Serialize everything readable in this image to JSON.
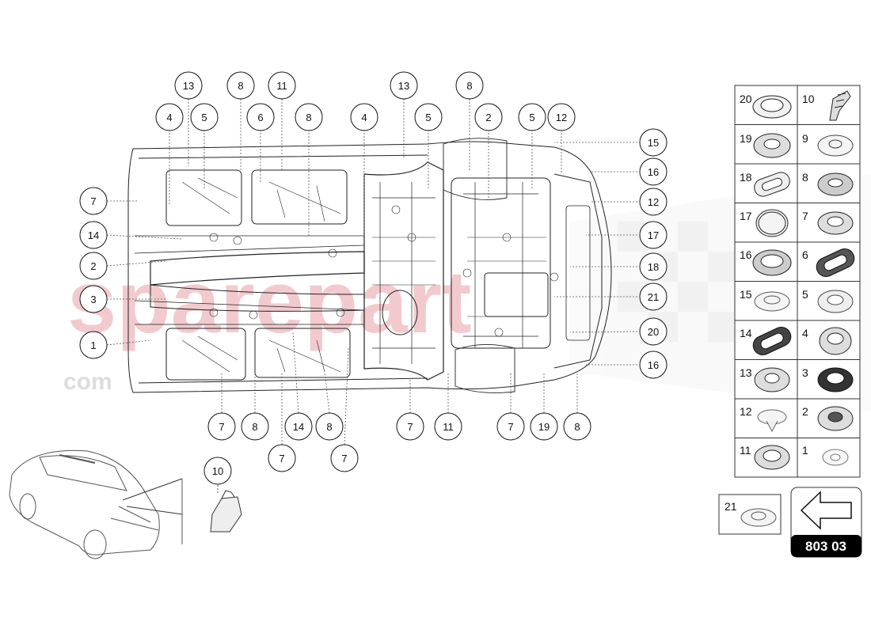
{
  "diagram": {
    "watermark": {
      "brand": "sparepart",
      "sub": "com"
    },
    "callouts_top": [
      {
        "label": "13"
      },
      {
        "label": "8"
      },
      {
        "label": "11"
      },
      {
        "label": "13"
      },
      {
        "label": "8"
      },
      {
        "label": "4"
      },
      {
        "label": "5"
      },
      {
        "label": "6"
      },
      {
        "label": "8"
      },
      {
        "label": "4"
      },
      {
        "label": "5"
      },
      {
        "label": "2"
      },
      {
        "label": "5"
      },
      {
        "label": "12"
      }
    ],
    "callouts_left": [
      {
        "label": "7"
      },
      {
        "label": "14"
      },
      {
        "label": "2"
      },
      {
        "label": "3"
      },
      {
        "label": "1"
      }
    ],
    "callouts_right": [
      {
        "label": "15"
      },
      {
        "label": "16"
      },
      {
        "label": "12"
      },
      {
        "label": "17"
      },
      {
        "label": "18"
      },
      {
        "label": "21"
      },
      {
        "label": "20"
      },
      {
        "label": "16"
      }
    ],
    "callouts_bottom": [
      {
        "label": "7"
      },
      {
        "label": "8"
      },
      {
        "label": "14"
      },
      {
        "label": "8"
      },
      {
        "label": "7"
      },
      {
        "label": "11"
      },
      {
        "label": "7"
      },
      {
        "label": "19"
      },
      {
        "label": "8"
      },
      {
        "label": "7"
      },
      {
        "label": "7"
      }
    ],
    "detail_callout": {
      "label": "10"
    }
  },
  "legend": {
    "cells": [
      {
        "num": "20",
        "part": "round-grommet-icon"
      },
      {
        "num": "10",
        "part": "clip-fastener-icon"
      },
      {
        "num": "19",
        "part": "round-grommet-icon"
      },
      {
        "num": "9",
        "part": "flat-plug-icon"
      },
      {
        "num": "18",
        "part": "oval-plug-icon"
      },
      {
        "num": "8",
        "part": "round-grommet-icon"
      },
      {
        "num": "17",
        "part": "flat-cap-icon"
      },
      {
        "num": "7",
        "part": "round-grommet-icon"
      },
      {
        "num": "16",
        "part": "round-grommet-icon"
      },
      {
        "num": "6",
        "part": "oblong-grommet-icon"
      },
      {
        "num": "15",
        "part": "flat-plug-icon"
      },
      {
        "num": "5",
        "part": "flat-plug-icon"
      },
      {
        "num": "14",
        "part": "oblong-grommet-icon"
      },
      {
        "num": "4",
        "part": "round-grommet-icon"
      },
      {
        "num": "13",
        "part": "round-grommet-icon"
      },
      {
        "num": "3",
        "part": "round-grommet-icon"
      },
      {
        "num": "12",
        "part": "cone-plug-icon"
      },
      {
        "num": "2",
        "part": "round-grommet-icon"
      },
      {
        "num": "11",
        "part": "round-grommet-icon"
      },
      {
        "num": "1",
        "part": "washer-icon"
      }
    ],
    "extra": {
      "num": "21",
      "part": "flat-plug-icon"
    }
  },
  "nav": {
    "back_icon": "left-arrow-icon",
    "page_code": "803 03"
  },
  "colors": {
    "line": "#222222",
    "watermark": "#e8a0a6",
    "page_code_bg": "#000000"
  }
}
